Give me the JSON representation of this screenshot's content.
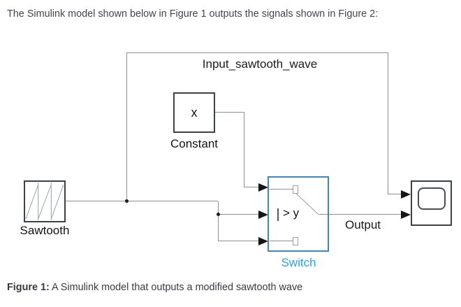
{
  "page": {
    "intro_text": "The Simulink model shown below in Figure 1 outputs the signals shown in Figure 2:",
    "caption": {
      "prefix": "Figure 1:",
      "text": " A Simulink model that outputs a modified sawtooth wave"
    }
  },
  "diagram": {
    "blocks": {
      "sawtooth": {
        "label": "Sawtooth",
        "icon": "sawtooth-wave-icon"
      },
      "constant": {
        "label": "Constant",
        "value": "x"
      },
      "switch": {
        "label": "Switch",
        "criteria": "> y",
        "selection_border_color": "#4285bb",
        "label_color": "#2aa3e8"
      },
      "scope": {
        "icon": "scope-screen-icon"
      }
    },
    "wire_labels": {
      "input": "Input_sawtooth_wave",
      "output": "Output"
    },
    "colors": {
      "wire": "#8c8f94",
      "arrowhead": "#161616",
      "block_border": "#3f4245"
    }
  }
}
